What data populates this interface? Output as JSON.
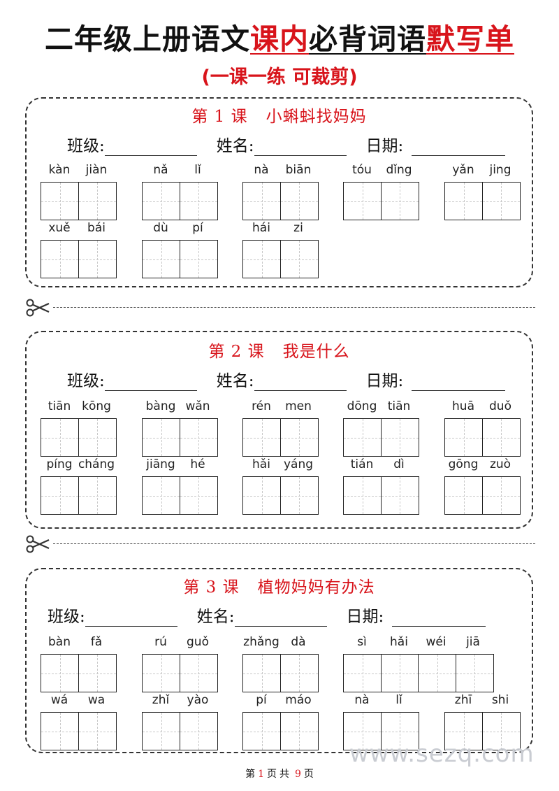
{
  "title": {
    "part1": "二年级上册语文",
    "part2": "课内",
    "part3": "必背词语",
    "part4": "默写单"
  },
  "subtitle": "(一课一练 可裁剪)",
  "info_labels": {
    "class": "班级:",
    "name": "姓名:",
    "date": "日期:"
  },
  "lessons": [
    {
      "no": "第 1 课",
      "name": "小蝌蚪找妈妈",
      "rows": [
        [
          [
            "kàn",
            "jiàn"
          ],
          [
            "nǎ",
            "lǐ"
          ],
          [
            "nà",
            "biān"
          ],
          [
            "tóu",
            "dǐng"
          ],
          [
            "yǎn",
            "jing"
          ]
        ],
        [
          [
            "xuě",
            "bái"
          ],
          [
            "dù",
            "pí"
          ],
          [
            "hái",
            "zi"
          ]
        ]
      ]
    },
    {
      "no": "第 2 课",
      "name": "我是什么",
      "rows": [
        [
          [
            "tiān",
            "kōng"
          ],
          [
            "bàng",
            "wǎn"
          ],
          [
            "rén",
            "men"
          ],
          [
            "dōng",
            "tiān"
          ],
          [
            "huā",
            "duǒ"
          ]
        ],
        [
          [
            "píng",
            "cháng"
          ],
          [
            "jiāng",
            "hé"
          ],
          [
            "hǎi",
            "yáng"
          ],
          [
            "tián",
            "dì"
          ],
          [
            "gōng",
            "zuò"
          ]
        ]
      ]
    },
    {
      "no": "第 3 课",
      "name": "植物妈妈有办法",
      "rows": [
        [
          [
            "bàn",
            "fǎ"
          ],
          [
            "rú",
            "guǒ"
          ],
          [
            "zhǎng",
            "dà"
          ],
          [
            "sì",
            "hǎi",
            "wéi",
            "jiā"
          ]
        ],
        [
          [
            "wá",
            "wa"
          ],
          [
            "zhǐ",
            "yào"
          ],
          [
            "pí",
            "máo"
          ],
          [
            "nà",
            "lǐ"
          ],
          [
            "zhī",
            "shi"
          ]
        ]
      ]
    }
  ],
  "footer": {
    "pre": "第",
    "page": "1",
    "mid1": "页",
    "mid2": "共",
    "total": "9",
    "post": "页"
  },
  "watermark": "www.sezq.com"
}
